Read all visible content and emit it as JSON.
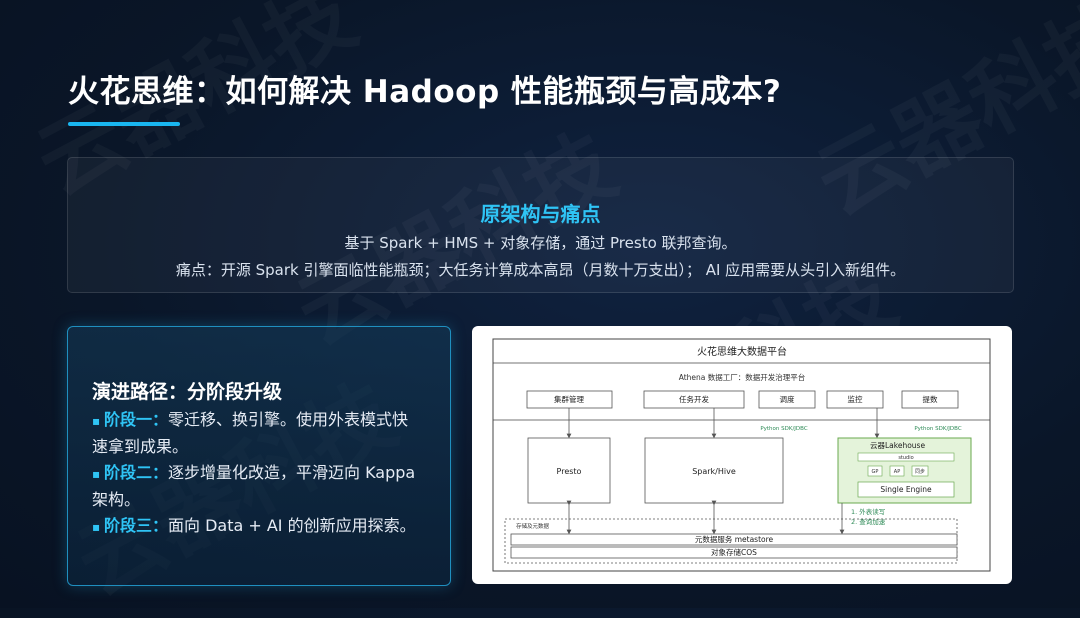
{
  "watermark": "云器科技",
  "title": "火花思维：如何解决 Hadoop 性能瓶颈与高成本?",
  "colors": {
    "accent": "#19b6f0",
    "highlight": "#2fc4f5",
    "background": "#0a1628"
  },
  "pain_section": {
    "heading": "原架构与痛点",
    "line1": "基于 Spark + HMS + 对象存储，通过 Presto 联邦查询。",
    "line2": "痛点：开源 Spark 引擎面临性能瓶颈；大任务计算成本高昂（月数十万支出）； AI 应用需要从头引入新组件。"
  },
  "evolution": {
    "heading": "演进路径：分阶段升级",
    "bullet_icon": "square-bullet-icon",
    "stages": [
      {
        "name": "阶段一",
        "sep": "：",
        "text": "零迁移、换引擎。使用外表模式快速拿到成果。"
      },
      {
        "name": "阶段二",
        "sep": "：",
        "text": "逐步增量化改造，平滑迈向 Kappa 架构。"
      },
      {
        "name": "阶段三",
        "sep": "：",
        "text": "面向 Data + AI 的创新应用探索。"
      }
    ]
  },
  "diagram": {
    "title": "火花思维大数据平台",
    "factory": "Athena 数据工厂：数据开发治理平台",
    "top_buttons": [
      "集群管理",
      "任务开发",
      "调度",
      "监控",
      "提数"
    ],
    "sdk_left": "Python SDK/JDBC",
    "sdk_right": "Python SDK/JDBC",
    "presto": "Presto",
    "sparkhive": "Spark/Hive",
    "lakehouse_title": "云器Lakehouse",
    "lakehouse_studio": "studio",
    "lakehouse_chips": [
      "GP",
      "AP",
      "同步"
    ],
    "single_engine": "Single Engine",
    "notes": [
      "1. 外表读写",
      "2. 查询加速"
    ],
    "storage_label": "存储及元数据",
    "metastore": "元数据服务 metastore",
    "cos": "对象存储COS"
  }
}
